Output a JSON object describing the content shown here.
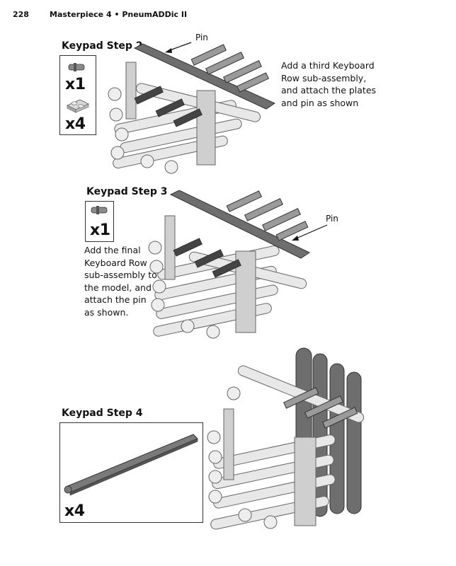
{
  "header": {
    "page_number": "228",
    "title": "Masterpiece 4 • PneumADDic II"
  },
  "step2": {
    "title": "Keypad Step 2",
    "callout": "Pin",
    "qty_a": "x1",
    "qty_b": "x4",
    "lines": [
      "Add a third Keyboard",
      "Row sub-assembly,",
      "and attach the plates",
      "and pin as shown"
    ]
  },
  "step3": {
    "title": "Keypad Step 3",
    "callout": "Pin",
    "qty_a": "x1",
    "lines": [
      "Add the final",
      "Keyboard Row",
      "sub-assembly to",
      "the model, and",
      "attach the pin",
      "as shown."
    ]
  },
  "step4": {
    "title": "Keypad Step 4",
    "qty_a": "x4"
  },
  "colors": {
    "dark_beam": "#6e6e6e",
    "light_beam": "#e6e6e6",
    "outline": "#444444",
    "text": "#111111"
  }
}
